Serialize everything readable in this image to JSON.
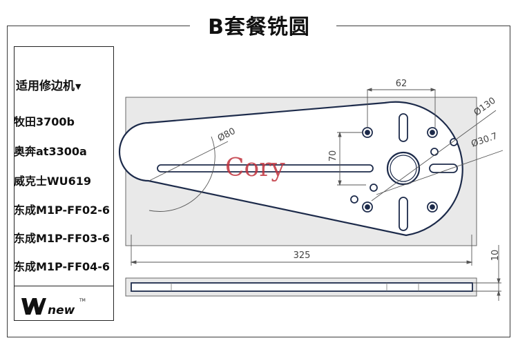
{
  "title": "B套餐铣圆",
  "sidebar": {
    "heading": "适用修边机",
    "heading_arrow": "▼",
    "models": [
      "牧田3700b",
      "奥奔at3300a",
      "威克士WU619",
      "东成M1P-FF02-6",
      "东成M1P-FF03-6",
      "东成M1P-FF04-6"
    ],
    "logo_text": "new",
    "logo_tm": "TM"
  },
  "drawing": {
    "dims": {
      "hole_spacing": "62",
      "circle_diameter": "Ø130",
      "small_diameter": "Ø30.7",
      "vertical_spacing": "70",
      "arc_diameter": "Ø80",
      "length": "325",
      "thickness": "10"
    },
    "watermark": "Cory"
  },
  "colors": {
    "plate_fill": "#ffffff",
    "plate_stroke": "#1c2a4a",
    "bg_panel": "#e9e9e9",
    "watermark": "#c0323d"
  }
}
